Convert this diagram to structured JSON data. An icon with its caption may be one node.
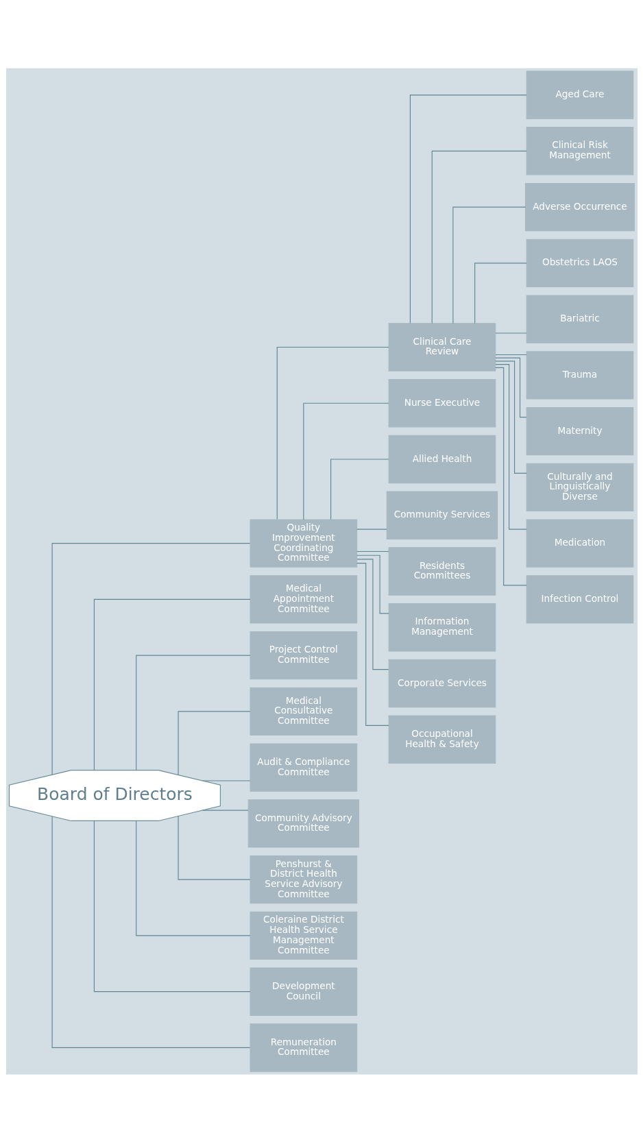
{
  "diagram": {
    "nodes": [
      {
        "text": [
          "Board of Directors"
        ]
      },
      {
        "text": [
          "Quality Improvement Coordinating Committee"
        ]
      },
      {
        "text": [
          "Medical Appointment Committee"
        ]
      },
      {
        "text": [
          "Project Control Committee"
        ]
      },
      {
        "text": [
          "Medical Consultative Committee"
        ]
      },
      {
        "text": [
          "Audit & Compliance Committee"
        ]
      },
      {
        "text": [
          "Community Advisory Committee"
        ]
      },
      {
        "text": [
          "Penshurst & District Health Service Advisory Committee"
        ]
      },
      {
        "text": [
          "Coleraine District Health Service Management Committee"
        ]
      },
      {
        "text": [
          "Development Council"
        ]
      },
      {
        "text": [
          "Remuneration Committee"
        ]
      },
      {
        "text": [
          "Clinical Care Review"
        ]
      },
      {
        "text": [
          "Nurse Executive"
        ]
      },
      {
        "text": [
          "Allied Health"
        ]
      },
      {
        "text": [
          "Community Services"
        ]
      },
      {
        "text": [
          "Residents Committees"
        ]
      },
      {
        "text": [
          "Information Management"
        ]
      },
      {
        "text": [
          "Corporate Services"
        ]
      },
      {
        "text": [
          "Occupational Health & Safety"
        ]
      },
      {
        "text": [
          "Aged Care"
        ]
      },
      {
        "text": [
          "Clinical Risk Management"
        ]
      },
      {
        "text": [
          "Adverse Occurrence"
        ]
      },
      {
        "text": [
          "Obstetrics LAOS"
        ]
      },
      {
        "text": [
          "Bariatric"
        ]
      },
      {
        "text": [
          "Trauma"
        ]
      },
      {
        "text": [
          "Maternity"
        ]
      },
      {
        "text": [
          "Culturally and Linguistically Diverse"
        ]
      },
      {
        "text": [
          "Medication"
        ]
      },
      {
        "text": [
          "Infection Control"
        ]
      }
    ],
    "edges": [
      {
        "from": 0,
        "to": 1,
        "arrow": "none"
      },
      {
        "from": 0,
        "to": 2,
        "arrow": "none"
      },
      {
        "from": 0,
        "to": 3,
        "arrow": "none"
      },
      {
        "from": 0,
        "to": 4,
        "arrow": "none"
      },
      {
        "from": 0,
        "to": 5,
        "arrow": "none"
      },
      {
        "from": 0,
        "to": 6,
        "arrow": "none"
      },
      {
        "from": 0,
        "to": 7,
        "arrow": "none"
      },
      {
        "from": 0,
        "to": 8,
        "arrow": "none"
      },
      {
        "from": 0,
        "to": 9,
        "arrow": "none"
      },
      {
        "from": 0,
        "to": 10,
        "arrow": "none"
      },
      {
        "from": 1,
        "to": 11,
        "arrow": "none"
      },
      {
        "from": 1,
        "to": 12,
        "arrow": "none"
      },
      {
        "from": 1,
        "to": 13,
        "arrow": "none"
      },
      {
        "from": 1,
        "to": 14,
        "arrow": "none"
      },
      {
        "from": 1,
        "to": 15,
        "arrow": "none"
      },
      {
        "from": 1,
        "to": 16,
        "arrow": "none"
      },
      {
        "from": 1,
        "to": 17,
        "arrow": "none"
      },
      {
        "from": 1,
        "to": 18,
        "arrow": "none"
      },
      {
        "from": 11,
        "to": 19,
        "arrow": "none"
      },
      {
        "from": 11,
        "to": 20,
        "arrow": "none"
      },
      {
        "from": 11,
        "to": 21,
        "arrow": "none"
      },
      {
        "from": 11,
        "to": 22,
        "arrow": "none"
      },
      {
        "from": 11,
        "to": 23,
        "arrow": "none"
      },
      {
        "from": 11,
        "to": 24,
        "arrow": "none"
      },
      {
        "from": 11,
        "to": 25,
        "arrow": "none"
      },
      {
        "from": 11,
        "to": 26,
        "arrow": "none"
      },
      {
        "from": 11,
        "to": 27,
        "arrow": "none"
      },
      {
        "from": 11,
        "to": 28,
        "arrow": "none"
      }
    ]
  }
}
